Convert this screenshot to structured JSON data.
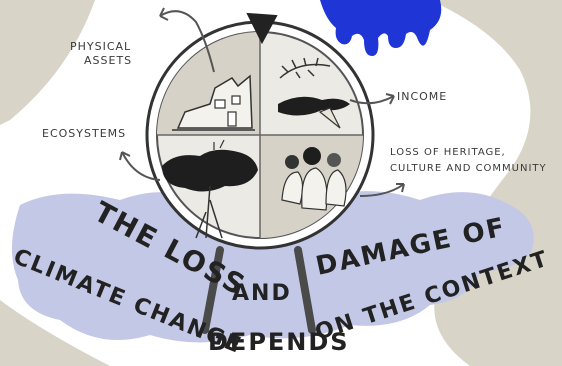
{
  "labels": {
    "physical_assets_1": "PHYSICAL",
    "physical_assets_2": "ASSETS",
    "income": "INCOME",
    "ecosystems": "ECOSYSTEMS",
    "heritage_1": "LOSS OF HERITAGE,",
    "heritage_2": "CULTURE AND COMMUNITY"
  },
  "headline": {
    "line1a": "THE LOSS",
    "line1b": "DAMAGE OF",
    "line2a": "CLIMATE CHANGE",
    "and": "AND",
    "depends": "DEPENDS",
    "context": "ON THE CONTEXT"
  },
  "colors": {
    "background": "#ffffff",
    "beige": "#d9d4c8",
    "lavender": "#c3c8e6",
    "blue": "#1f35d6",
    "wheel_light": "#eceae4",
    "wheel_quadrant": "#d6d2c7",
    "ink": "#222222"
  },
  "icons": [
    "broken-building-icon",
    "plant-and-fish-icon",
    "tree-icon",
    "people-community-icon",
    "pointer-triangle-icon"
  ]
}
